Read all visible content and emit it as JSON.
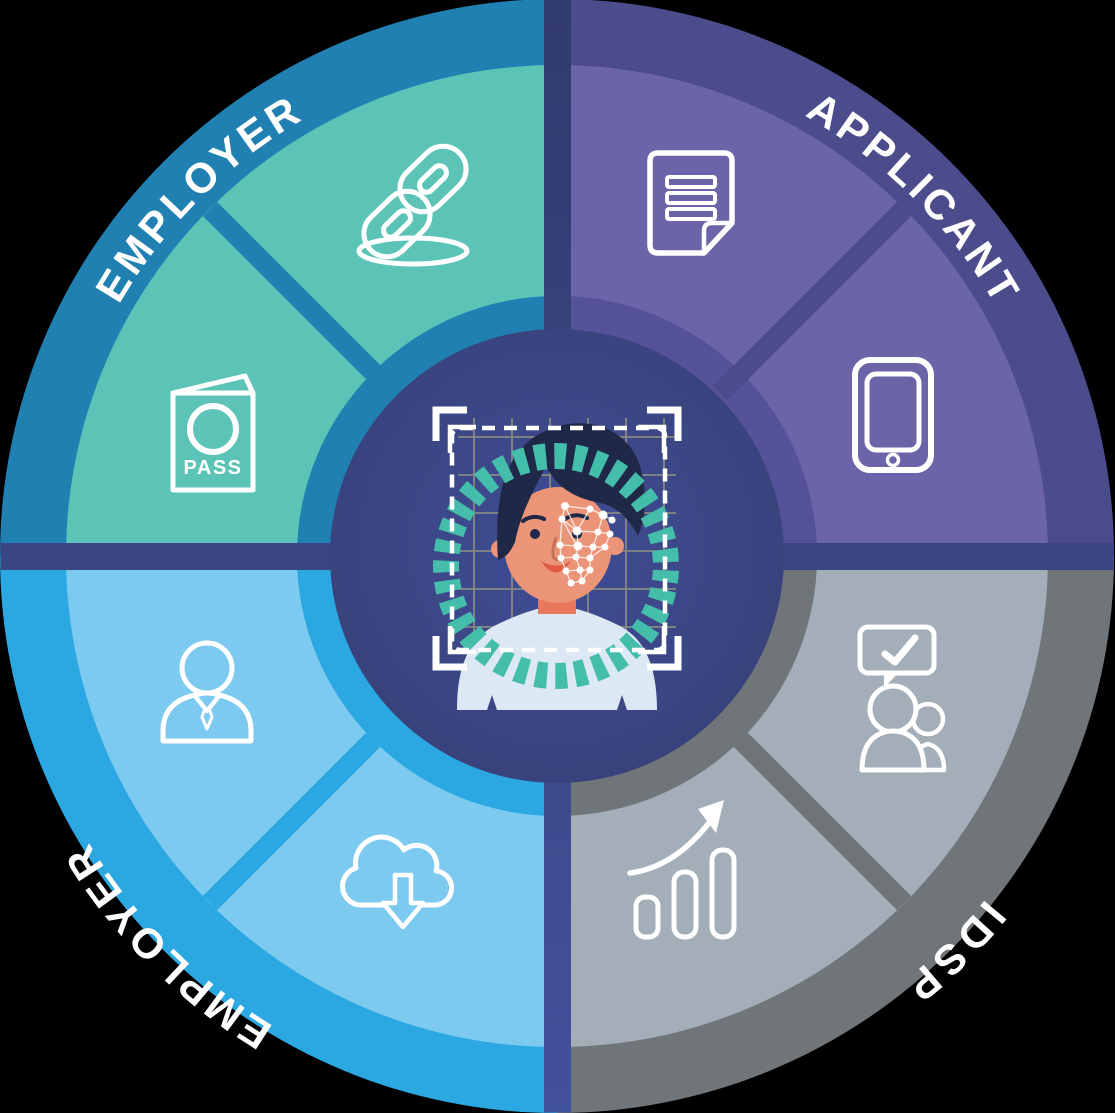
{
  "diagram": {
    "title": "identity-verification-cycle-wheel",
    "quadrants": [
      {
        "position": "top-left",
        "label": "EMPLOYER",
        "colors": {
          "band": "#2080b1",
          "fill": "#5cc3b7",
          "ring": "#2080b1"
        },
        "icons": [
          {
            "name": "chain-link-icon"
          },
          {
            "name": "passport-icon",
            "caption": "PASS"
          }
        ]
      },
      {
        "position": "top-right",
        "label": "APPLICANT",
        "colors": {
          "band": "#4c4b8b",
          "fill": "#6b64a8",
          "ring": "#565299"
        },
        "icons": [
          {
            "name": "document-icon"
          },
          {
            "name": "smartphone-icon"
          }
        ]
      },
      {
        "position": "bottom-left",
        "label": "EMPLOYER",
        "colors": {
          "band": "#2ba8e1",
          "fill": "#7ccaf0",
          "ring": "#2ba8e1"
        },
        "icons": [
          {
            "name": "business-person-icon"
          },
          {
            "name": "cloud-download-icon"
          }
        ]
      },
      {
        "position": "bottom-right",
        "label": "IDSP",
        "colors": {
          "band": "#70757a",
          "fill": "#a3aeb9",
          "ring": "#70757a"
        },
        "icons": [
          {
            "name": "chat-check-people-icon"
          },
          {
            "name": "growth-chart-icon"
          }
        ]
      }
    ],
    "center": {
      "illustration": "facial-recognition-scan",
      "elements": "camera-brackets, dashed-focus-frame, scan-grid, teal-progress-ring, face-landmark-mesh, person-portrait",
      "colors": {
        "circle_inner": "#3f4d95",
        "circle_outer": "#353e74",
        "ring_ticks": "#45bdab",
        "grid": "#8f8f82",
        "hair": "#1f2947",
        "skin": "#ec9478",
        "neck": "#e8775b",
        "shirt": "#dce9f4",
        "mouth": "#e05c44"
      }
    },
    "divider": {
      "top": "#313a6d",
      "bottom": "#42519b"
    },
    "label_color": "#ffffff",
    "icon_color": "#ffffff"
  }
}
